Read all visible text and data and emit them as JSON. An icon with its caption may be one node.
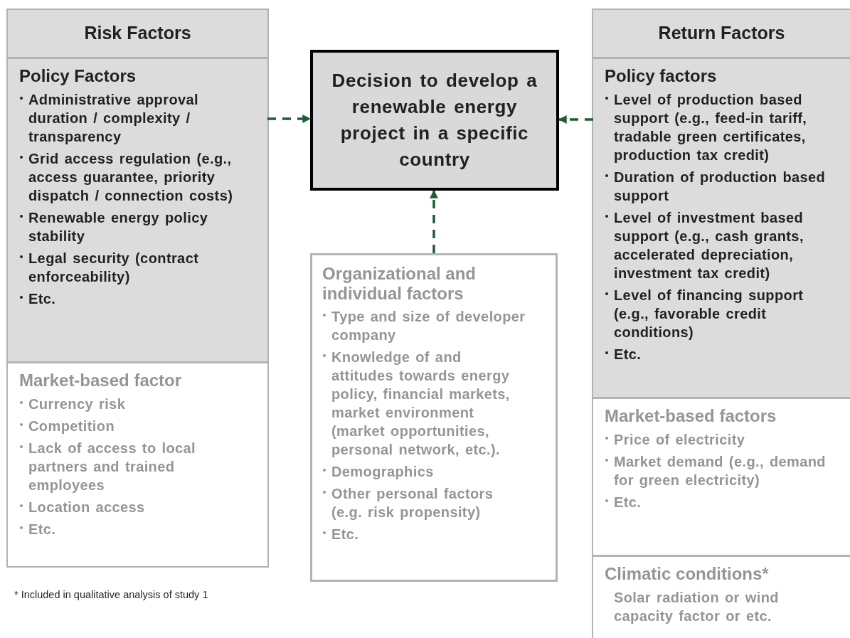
{
  "diagram": {
    "nodes": [
      {
        "text": [
          "Risk Factors"
        ]
      },
      {
        "text": [
          "Policy Factors",
          "Administrative approval duration / complexity / transparency",
          "Grid access regulation (e.g., access guarantee, priority dispatch / connection costs)",
          "Renewable energy policy stability",
          "Legal security (contract enforceability)",
          "Etc."
        ],
        "in": 0
      },
      {
        "text": [
          "Market-based factor",
          "Currency risk",
          "Competition",
          "Lack of access to local partners and trained employees",
          "Location access",
          "Etc."
        ],
        "in": 0
      },
      {
        "text": [
          "Decision to develop a renewable energy project in a specific country"
        ]
      },
      {
        "text": [
          "Return Factors"
        ]
      },
      {
        "text": [
          "Policy factors",
          "Level of production based support (e.g., feed-in tariff, tradable green certificates, production tax credit)",
          "Duration of production based support",
          "Level of investment based support (e.g., cash grants, accelerated depreciation, investment tax credit)",
          "Level of financing support (e.g., favorable credit conditions)",
          "Etc."
        ],
        "in": 4
      },
      {
        "text": [
          "Market-based factors",
          "Price of electricity",
          "Market demand (e.g., demand for green electricity)",
          "Etc."
        ],
        "in": 4
      },
      {
        "text": [
          "Climatic conditions*",
          "Solar radiation or wind capacity factor or etc."
        ],
        "in": 4
      },
      {
        "text": [
          "Organizational and individual factors",
          "Type and size of developer company",
          "Knowledge of and attitudes towards energy policy, financial markets, market environment (market opportunities, personal network, etc.).",
          "Demographics",
          "Other personal factors (e.g. risk propensity)",
          "Etc."
        ]
      }
    ],
    "edges": [
      {
        "from": 1,
        "to": 3,
        "arrow": "to",
        "style": "dashed"
      },
      {
        "from": 5,
        "to": 3,
        "arrow": "to",
        "style": "dashed"
      },
      {
        "from": 8,
        "to": 3,
        "arrow": "to",
        "style": "dashed"
      }
    ],
    "labels": [
      "* Included in qualitative analysis of study 1"
    ]
  }
}
